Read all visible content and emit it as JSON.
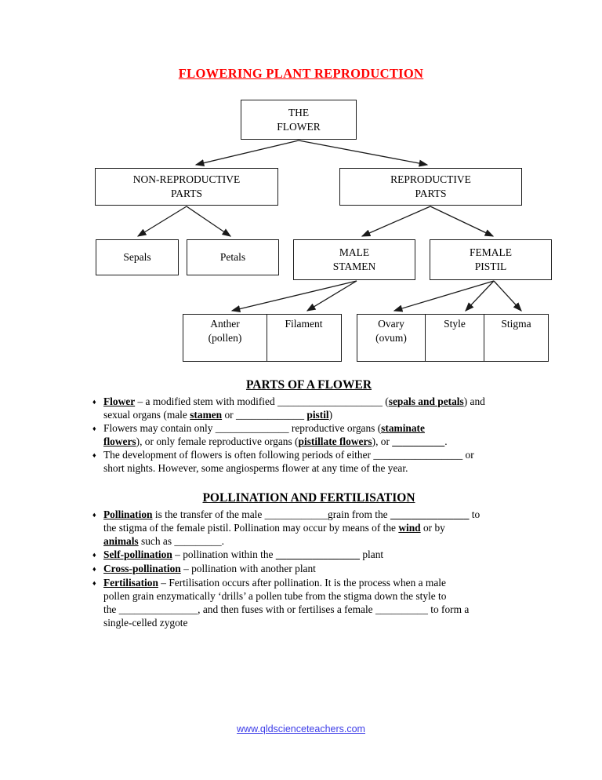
{
  "title": {
    "text": "FLOWERING PLANT REPRODUCTION"
  },
  "colors": {
    "title_red": "#ff0000",
    "link_blue": "#3c3ce8",
    "box_border": "#1c1c1c"
  },
  "bullet_glyph": "♦",
  "diagram": {
    "nodes": {
      "flower": "THE\nFLOWER",
      "non_reproductive": "NON-REPRODUCTIVE\nPARTS",
      "reproductive": "REPRODUCTIVE\nPARTS",
      "sepals": "Sepals",
      "petals": "Petals",
      "male_stamen": "MALE\nSTAMEN",
      "female_pistil": "FEMALE\nPISTIL",
      "anther": "Anther\n(pollen)",
      "filament": "Filament",
      "ovary": "Ovary\n(ovum)",
      "style": "Style",
      "stigma": "Stigma"
    }
  },
  "sections": [
    {
      "heading": "PARTS OF A FLOWER",
      "bullets": [
        {
          "lines": [
            [
              {
                "t": "Flower",
                "b": true,
                "u": true
              },
              {
                "t": " – a modified stem with modified ____________________ ("
              },
              {
                "t": "sepals and petals",
                "b": true,
                "u": true
              },
              {
                "t": ") and"
              }
            ],
            [
              {
                "t": "sexual organs (male "
              },
              {
                "t": "stamen",
                "b": true,
                "u": true
              },
              {
                "t": " or _____________ "
              },
              {
                "t": "pistil",
                "b": true,
                "u": true
              },
              {
                "t": ")"
              }
            ]
          ]
        },
        {
          "lines": [
            [
              {
                "t": "Flowers may contain only ______________ reproductive organs ("
              },
              {
                "t": "staminate",
                "b": true,
                "u": true
              }
            ],
            [
              {
                "t": "flowers",
                "b": true,
                "u": true
              },
              {
                "t": "), or only female reproductive organs ("
              },
              {
                "t": "pistillate flowers",
                "b": true,
                "u": true
              },
              {
                "t": "), or "
              },
              {
                "t": "__________",
                "b": true
              },
              {
                "t": "."
              }
            ]
          ]
        },
        {
          "lines": [
            [
              {
                "t": "The development of flowers is often following periods of either _________________ or"
              }
            ],
            [
              {
                "t": "short nights. However, some angiosperms flower at any time of the year."
              }
            ]
          ]
        }
      ]
    },
    {
      "heading": "POLLINATION AND FERTILISATION",
      "bullets": [
        {
          "lines": [
            [
              {
                "t": "Pollination",
                "b": true,
                "u": true
              },
              {
                "t": " is the transfer of the male ____________grain from the "
              },
              {
                "t": "_______________",
                "b": true
              },
              {
                "t": " to"
              }
            ],
            [
              {
                "t": "the stigma of the female pistil. Pollination may occur by means of the "
              },
              {
                "t": "wind",
                "b": true,
                "u": true
              },
              {
                "t": " or by"
              }
            ],
            [
              {
                "t": "animals",
                "b": true,
                "u": true
              },
              {
                "t": " such as _________."
              }
            ]
          ]
        },
        {
          "lines": [
            [
              {
                "t": "Self-pollination",
                "b": true,
                "u": true
              },
              {
                "t": " – pollination within the "
              },
              {
                "t": "________________",
                "b": true
              },
              {
                "t": " plant"
              }
            ]
          ]
        },
        {
          "lines": [
            [
              {
                "t": "Cross-pollination",
                "b": true,
                "u": true
              },
              {
                "t": " – pollination with another plant"
              }
            ]
          ]
        },
        {
          "lines": [
            [
              {
                "t": "Fertilisation",
                "b": true,
                "u": true
              },
              {
                "t": " – Fertilisation occurs after pollination. It is the process when a male"
              }
            ],
            [
              {
                "t": "pollen grain enzymatically ‘drills’ a pollen tube from the stigma down the style to"
              }
            ],
            [
              {
                "t": "the _______________, and then fuses with or fertilises a female __________ to form a"
              }
            ],
            [
              {
                "t": "single-celled zygote"
              }
            ]
          ]
        }
      ]
    }
  ],
  "footer": {
    "link_text": "www.qldscienceteachers.com"
  }
}
